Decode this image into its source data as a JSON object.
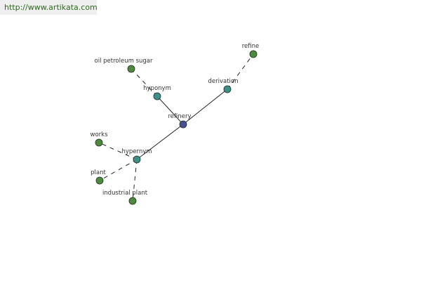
{
  "header": {
    "url": "http://www.artikata.com"
  },
  "colors": {
    "center_node": "#4a4e92",
    "relation_node": "#3d8f8a",
    "leaf_node": "#4e8a3e",
    "node_stroke": "#1f2f1f",
    "edge": "#222222",
    "url_text": "#2d6a1f"
  },
  "graph": {
    "nodes": [
      {
        "id": "refinery",
        "label": "refinery",
        "kind": "center"
      },
      {
        "id": "hyponym",
        "label": "hyponym",
        "kind": "relation"
      },
      {
        "id": "derivation",
        "label": "derivation",
        "kind": "relation"
      },
      {
        "id": "hypernym",
        "label": "hypernym",
        "kind": "relation"
      },
      {
        "id": "oil-petroleum-sugar",
        "label": "oil petroleum sugar",
        "kind": "leaf"
      },
      {
        "id": "refine",
        "label": "refine",
        "kind": "leaf"
      },
      {
        "id": "works",
        "label": "works",
        "kind": "leaf"
      },
      {
        "id": "plant",
        "label": "plant",
        "kind": "leaf"
      },
      {
        "id": "industrial-plant",
        "label": "industrial plant",
        "kind": "leaf"
      }
    ],
    "edges": [
      {
        "from": "refinery",
        "to": "hyponym",
        "style": "solid"
      },
      {
        "from": "refinery",
        "to": "derivation",
        "style": "solid"
      },
      {
        "from": "refinery",
        "to": "hypernym",
        "style": "solid"
      },
      {
        "from": "hyponym",
        "to": "oil-petroleum-sugar",
        "style": "dashed"
      },
      {
        "from": "derivation",
        "to": "refine",
        "style": "dashed"
      },
      {
        "from": "hypernym",
        "to": "works",
        "style": "dashed"
      },
      {
        "from": "hypernym",
        "to": "plant",
        "style": "dashed"
      },
      {
        "from": "hypernym",
        "to": "industrial-plant",
        "style": "dashed"
      }
    ]
  }
}
